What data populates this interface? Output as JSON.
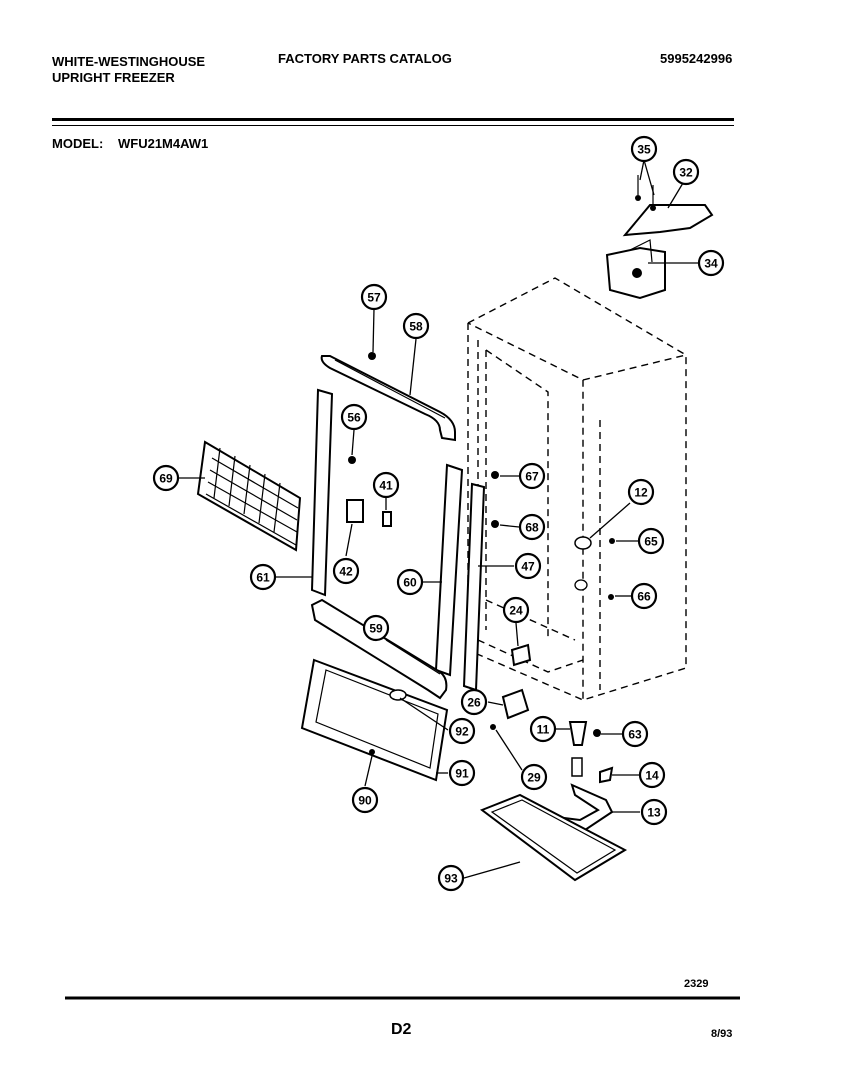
{
  "header": {
    "brand": "WHITE-WESTINGHOUSE",
    "product": "UPRIGHT FREEZER",
    "catalog": "FACTORY PARTS CATALOG",
    "catalog_number": "5995242996",
    "model_label": "MODEL:",
    "model_number": "WFU21M4AW1"
  },
  "diagram": {
    "callouts": [
      "35",
      "32",
      "34",
      "57",
      "58",
      "56",
      "69",
      "41",
      "67",
      "12",
      "68",
      "65",
      "61",
      "42",
      "60",
      "47",
      "66",
      "24",
      "59",
      "26",
      "92",
      "11",
      "63",
      "91",
      "29",
      "14",
      "90",
      "13",
      "93"
    ],
    "drawing_number": "2329"
  },
  "footer": {
    "page_code": "D2",
    "date": "8/93"
  }
}
